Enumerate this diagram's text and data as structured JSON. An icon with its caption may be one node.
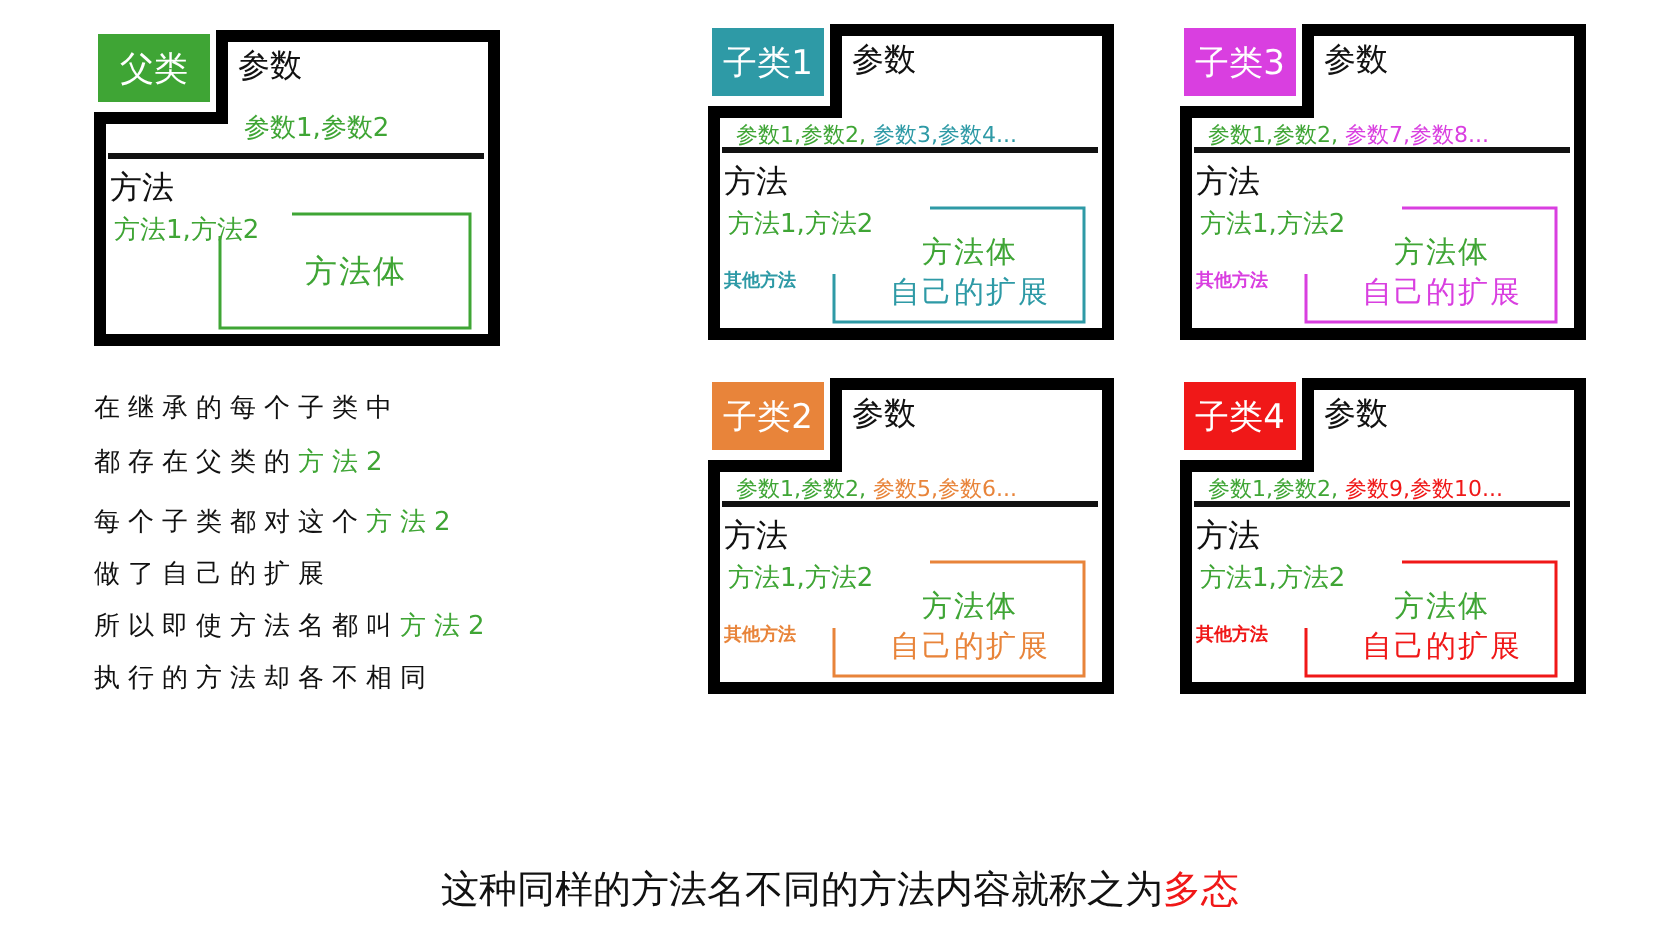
{
  "diagram": {
    "caption": "这种同样的方法名不同的方法内容就称之为**多态**",
    "nodes": [
      {
        "text": [
          "参数",
          "参数1,参数2",
          "方法",
          "方法1,方法2"
        ]
      },
      {
        "text": [
          "父类"
        ],
        "in": 0
      },
      {
        "text": [
          "方法体"
        ],
        "in": 0
      },
      {
        "text": [
          "参数",
          "参数1,参数2, **参数3,参数4...**",
          "方法",
          "方法1,方法2",
          "其他方法"
        ]
      },
      {
        "text": [
          "子类1"
        ],
        "in": 3
      },
      {
        "text": [
          "方法体",
          "自己的扩展"
        ],
        "in": 3
      },
      {
        "text": [
          "参数",
          "参数1,参数2, **参数7,参数8...**",
          "方法",
          "方法1,方法2",
          "其他方法"
        ]
      },
      {
        "text": [
          "子类3"
        ],
        "in": 6
      },
      {
        "text": [
          "方法体",
          "自己的扩展"
        ],
        "in": 6
      },
      {
        "text": [
          "参数",
          "参数1,参数2, **参数5,参数6...**",
          "方法",
          "方法1,方法2",
          "其他方法"
        ]
      },
      {
        "text": [
          "子类2"
        ],
        "in": 9
      },
      {
        "text": [
          "方法体",
          "自己的扩展"
        ],
        "in": 9
      },
      {
        "text": [
          "参数",
          "参数1,参数2, **参数9,参数10...**",
          "方法",
          "方法1,方法2",
          "其他方法"
        ]
      },
      {
        "text": [
          "子类4"
        ],
        "in": 12
      },
      {
        "text": [
          "方法体",
          "自己的扩展"
        ],
        "in": 12
      }
    ],
    "labels": [
      "在继承的每个子类中",
      "都存在父类的**方法2**",
      "每个子类都对这个**方法2**",
      "做了自己的扩展",
      "所以即使方法名都叫**方法2**",
      "执行的方法却各不相同"
    ]
  }
}
